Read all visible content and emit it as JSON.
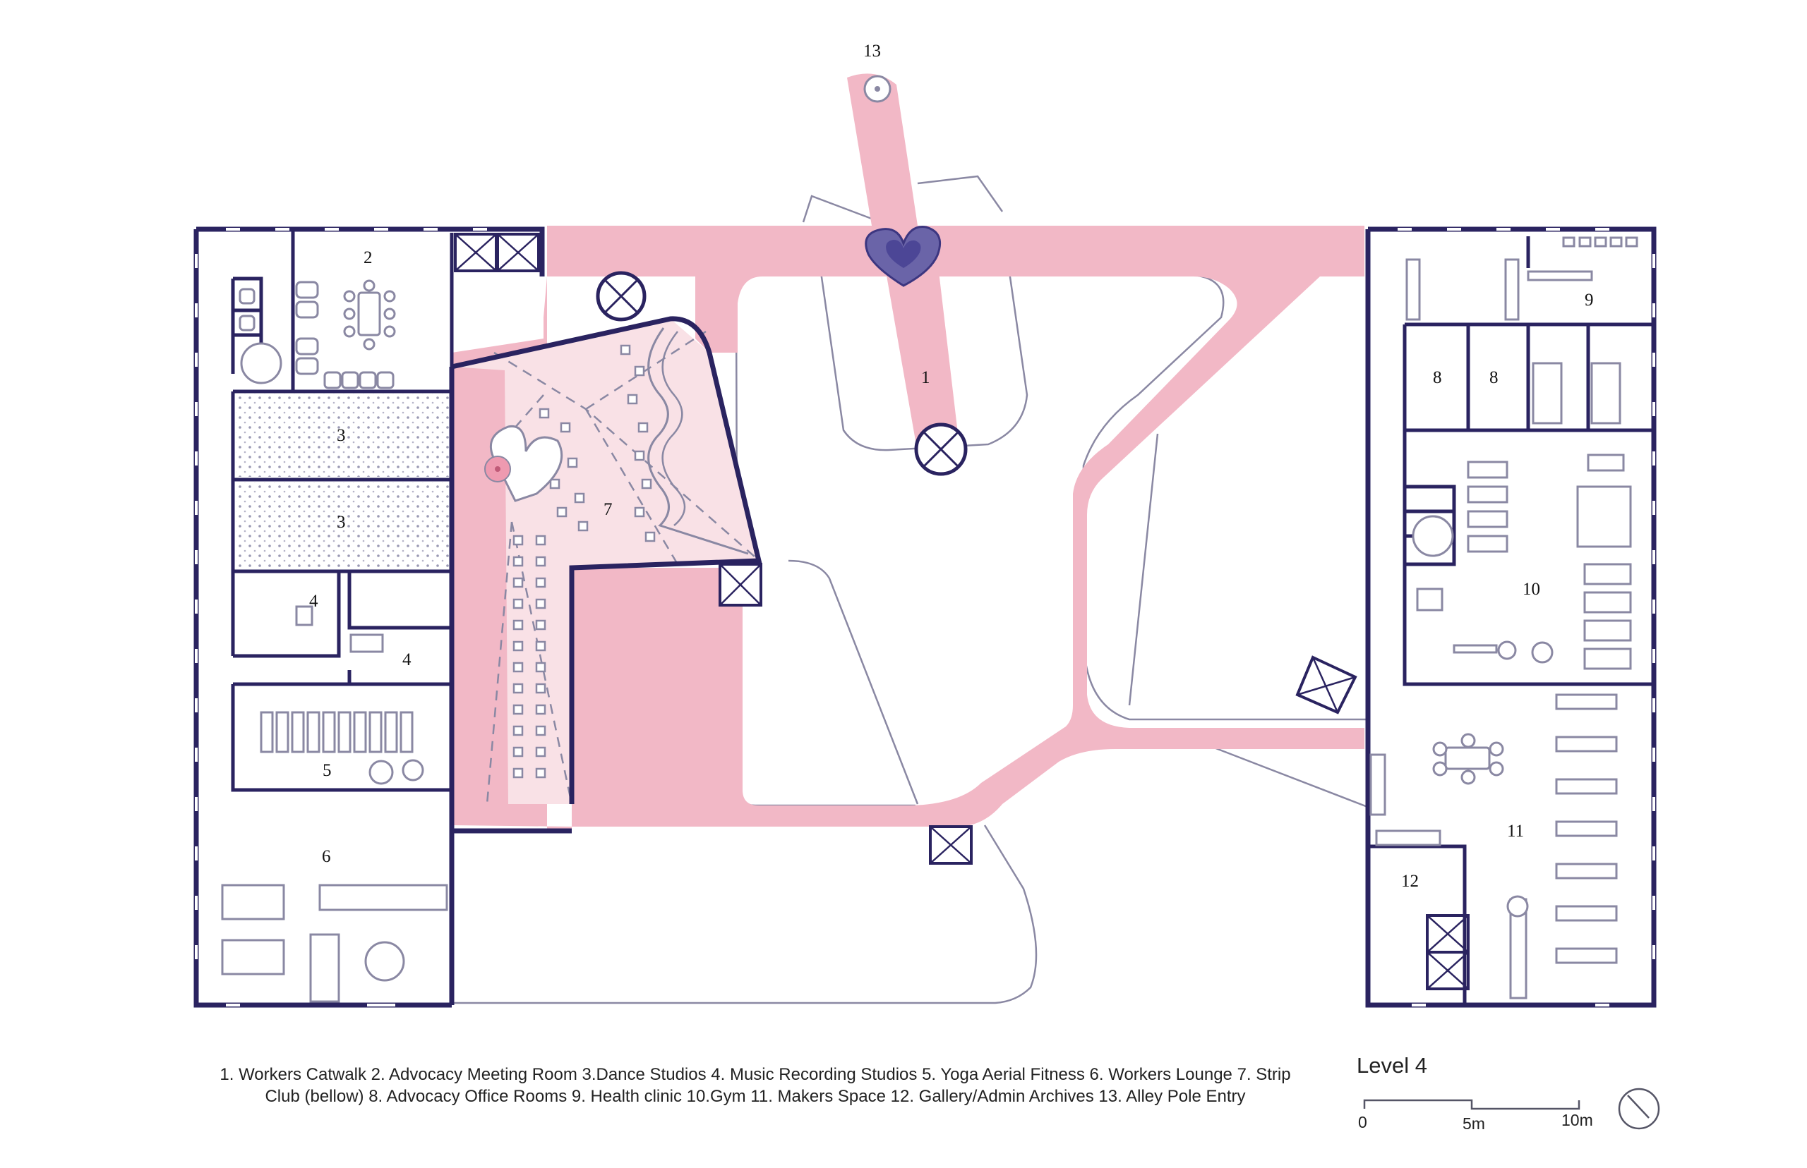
{
  "rooms": {
    "r1": "1",
    "r2": "2",
    "r3a": "3",
    "r3b": "3",
    "r4a": "4",
    "r4b": "4",
    "r5": "5",
    "r6": "6",
    "r7": "7",
    "r8a": "8",
    "r8b": "8",
    "r9": "9",
    "r10": "10",
    "r11": "11",
    "r12": "12",
    "r13": "13"
  },
  "legend": {
    "line1": "1. Workers Catwalk 2. Advocacy Meeting Room 3.Dance Studios 4. Music Recording Studios 5. Yoga Aerial Fitness 6. Workers Lounge 7. Strip",
    "line2": "Club (bellow) 8. Advocacy Office Rooms 9. Health clinic 10.Gym 11. Makers Space 12. Gallery/Admin Archives 13. Alley Pole Entry"
  },
  "level_title": "Level 4",
  "scale": {
    "zero": "0",
    "mid": "5m",
    "end": "10m"
  },
  "colors": {
    "wall": "#2a2360",
    "catwalk": "#f2b8c6",
    "club_floor": "#f9e1e6",
    "line": "#8a88a3",
    "heart": "#6a64a8"
  },
  "icons": {
    "north": "north-arrow-icon",
    "heart": "heart-icon"
  }
}
